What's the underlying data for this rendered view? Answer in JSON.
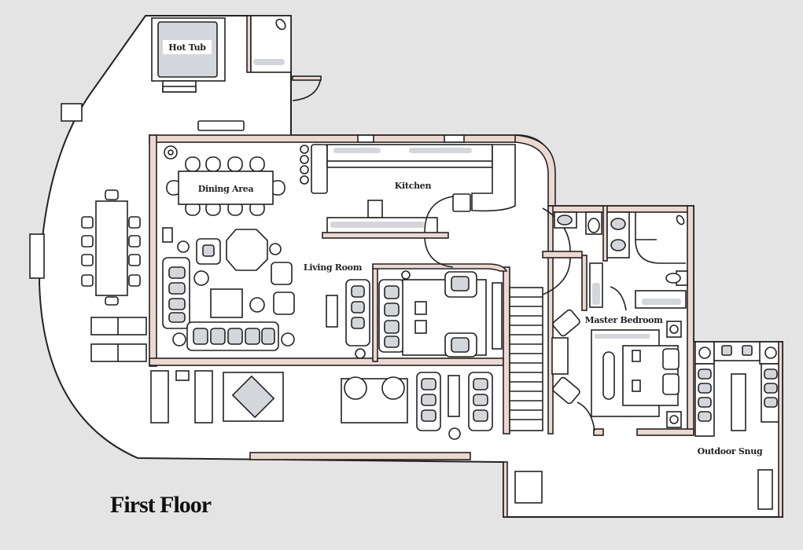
{
  "plan": {
    "title": "First Floor",
    "rooms": {
      "hot_tub": "Hot Tub",
      "dining_area": "Dining Area",
      "kitchen": "Kitchen",
      "living_room": "Living Room",
      "master_bedroom": "Master Bedroom",
      "outdoor_snug": "Outdoor Snug"
    },
    "colors": {
      "background": "#e4e4e4",
      "wall": "#ecd8d0",
      "fixture": "#d3d6db"
    }
  }
}
